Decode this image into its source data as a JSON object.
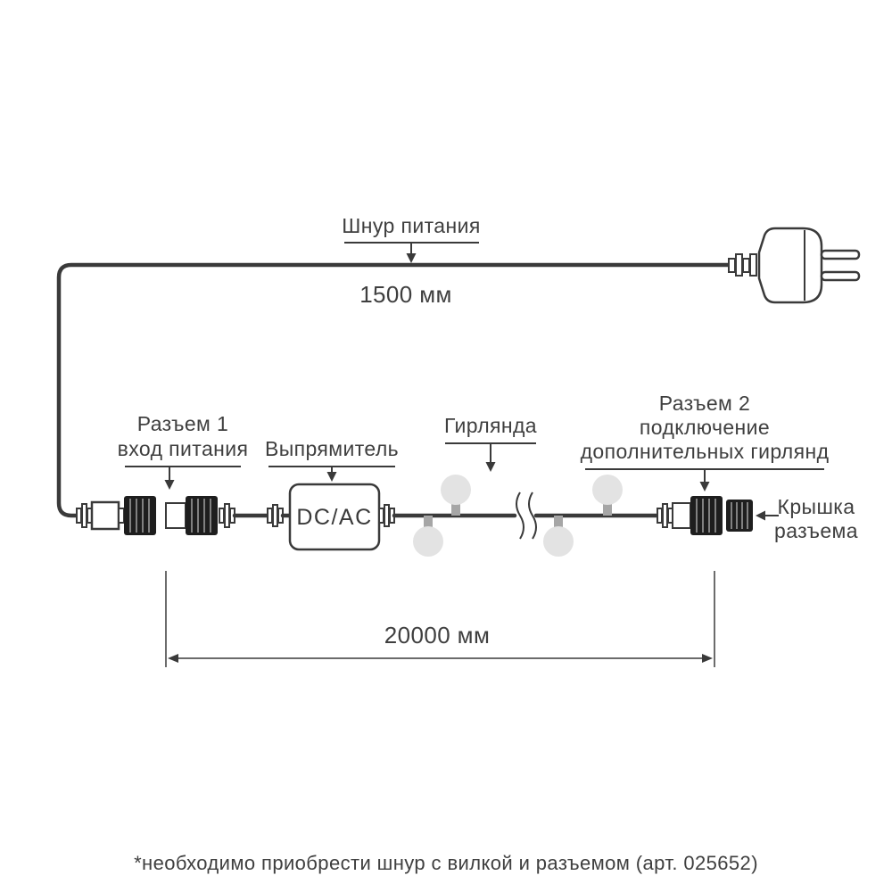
{
  "labels": {
    "power_cord": "Шнур питания",
    "connector1": [
      "Разъем 1",
      "вход питания"
    ],
    "rectifier": "Выпрямитель",
    "dc_ac": "DC/AC",
    "garland": "Гирлянда",
    "connector2": [
      "Разъем 2",
      "подключение",
      "дополнительных гирлянд"
    ],
    "cap": [
      "Крышка",
      "разъема"
    ]
  },
  "dimensions": {
    "cord": "1500 мм",
    "garland": "20000 мм"
  },
  "footnote": "*необходимо приобрести шнур с вилкой и разъемом (арт. 025652)",
  "colors": {
    "line": "#3a3a3a",
    "text": "#3f3f3f",
    "connector_fill": "#1e1e1e",
    "bulb_fill": "#e3e3e3",
    "background": "#ffffff"
  }
}
